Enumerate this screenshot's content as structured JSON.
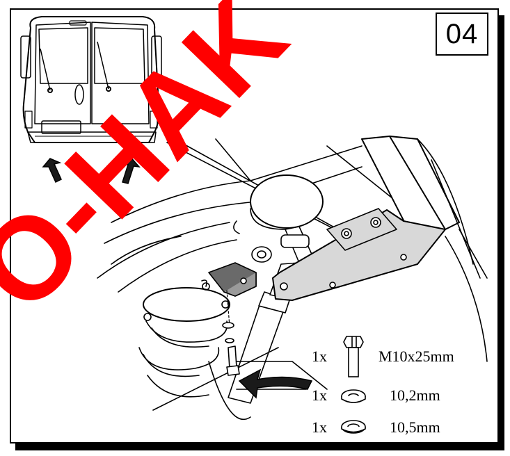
{
  "step_number": "04",
  "watermark": "O-HAK",
  "parts": [
    {
      "qty": "1x",
      "icon": "bolt-icon",
      "spec": "M10x25mm"
    },
    {
      "qty": "1x",
      "icon": "spring-washer-icon",
      "spec": "10,2mm"
    },
    {
      "qty": "1x",
      "icon": "flat-washer-icon",
      "spec": "10,5mm"
    }
  ],
  "colors": {
    "watermark": "#ff0000",
    "line": "#000000",
    "fill_grey": "#d8d8d8",
    "arrow_dark": "#1a1a1a"
  }
}
